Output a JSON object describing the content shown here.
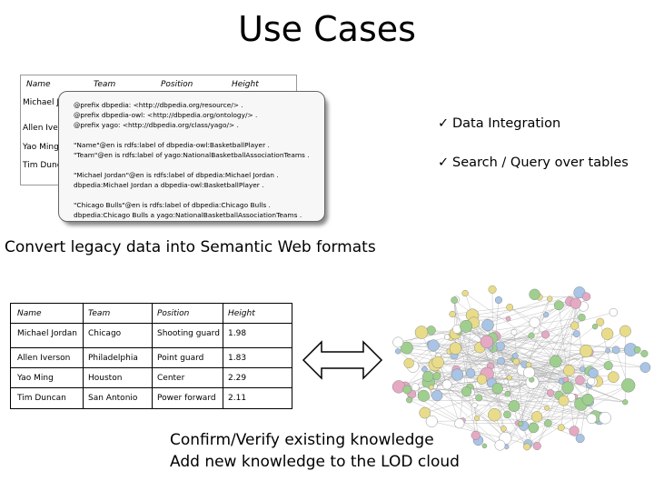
{
  "title": "Use Cases",
  "top_table": {
    "headers": [
      "Name",
      "Team",
      "Position",
      "Height"
    ],
    "rows": [
      {
        "name": "Michael Jordan"
      },
      {
        "name": "Allen Iverson"
      },
      {
        "name": "Yao Ming"
      },
      {
        "name": "Tim Duncan"
      }
    ]
  },
  "rdf": {
    "lines": [
      "@prefix dbpedia: <http://dbpedia.org/resource/> .",
      "@prefix dbpedia-owl: <http://dbpedia.org/ontology/> .",
      "@prefix yago: <http://dbpedia.org/class/yago/> .",
      "\"Name\"@en is rdfs:label of dbpedia-owl:BasketballPlayer .",
      "\"Team\"@en is rdfs:label of yago:NationalBasketballAssociationTeams .",
      "\"Michael Jordan\"@en is rdfs:label of dbpedia:Michael Jordan .",
      "dbpedia:Michael Jordan a dbpedia-owl:BasketballPlayer .",
      "\"Chicago Bulls\"@en is rdfs:label of dbpedia:Chicago Bulls .",
      "dbpedia:Chicago Bulls a yago:NationalBasketballAssociationTeams ."
    ]
  },
  "bullets": {
    "check": "✓",
    "item1": "Data Integration",
    "item2": "Search / Query over tables"
  },
  "convert_caption": "Convert legacy data into Semantic Web formats",
  "bottom_table": {
    "headers": [
      "Name",
      "Team",
      "Position",
      "Height"
    ],
    "rows": [
      [
        "Michael Jordan",
        "Chicago",
        "Shooting guard",
        "1.98"
      ],
      [
        "Allen Iverson",
        "Philadelphia",
        "Point guard",
        "1.83"
      ],
      [
        "Yao Ming",
        "Houston",
        "Center",
        "2.29"
      ],
      [
        "Tim Duncan",
        "San Antonio",
        "Power forward",
        "2.11"
      ]
    ]
  },
  "lod_caption": {
    "line1": "Confirm/Verify existing knowledge",
    "line2": "Add new knowledge to the LOD cloud"
  },
  "colors": {
    "arrow_fill": "#ffffff",
    "arrow_stroke": "#000000",
    "lod_bubble_green": "#9fcf8f",
    "lod_bubble_blue": "#a9c4e4",
    "lod_bubble_pink": "#e5a9c4",
    "lod_bubble_yellow": "#e8dc8a"
  }
}
